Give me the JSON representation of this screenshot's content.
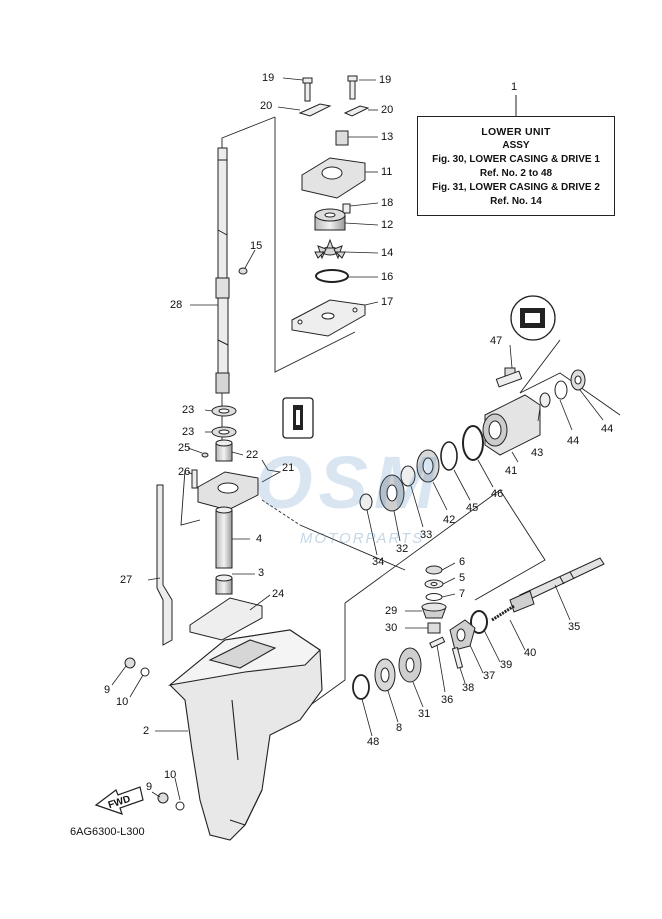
{
  "info_box": {
    "ref": "1",
    "title": "LOWER UNIT",
    "subtitle": "ASSY",
    "line1": "Fig. 30, LOWER CASING & DRIVE 1",
    "line2": "Ref. No. 2 to 48",
    "line3": "Fig. 31, LOWER CASING & DRIVE 2",
    "line4": "Ref. No. 14"
  },
  "figure_code": "6AG6300-L300",
  "fwd_label": "FWD",
  "watermark": {
    "main": "OSM",
    "sub": "MOTORPARTS"
  },
  "callouts": [
    "19",
    "19",
    "20",
    "20",
    "13",
    "11",
    "18",
    "12",
    "14",
    "16",
    "17",
    "15",
    "28",
    "47",
    "43",
    "44",
    "44",
    "23",
    "23",
    "22",
    "25",
    "26",
    "21",
    "41",
    "46",
    "45",
    "42",
    "33",
    "32",
    "34",
    "4",
    "3",
    "27",
    "24",
    "6",
    "5",
    "7",
    "29",
    "30",
    "35",
    "40",
    "39",
    "37",
    "38",
    "36",
    "31",
    "8",
    "48",
    "9",
    "10",
    "2",
    "10",
    "9"
  ],
  "colors": {
    "line": "#1a1a1a",
    "part_fill": "#e6e6e6",
    "accent": "#508cbe"
  }
}
